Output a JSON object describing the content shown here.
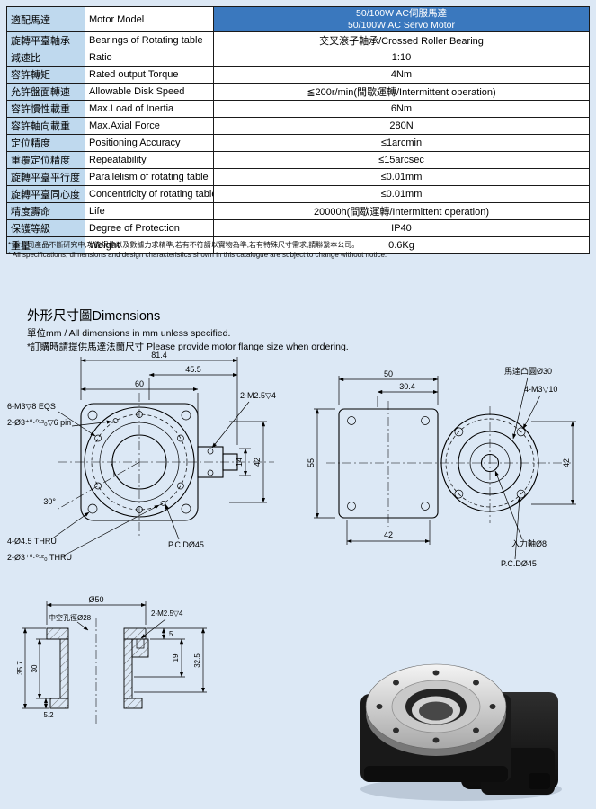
{
  "page": {
    "background": "#dce8f5",
    "accent_blue": "#3a78be",
    "label_blue": "#bfd9ee"
  },
  "spec_table": {
    "rows": [
      {
        "zh": "適配馬達",
        "en": "Motor Model",
        "value": "50/100W AC伺服馬達\n50/100W AC Servo Motor"
      },
      {
        "zh": "旋轉平臺軸承",
        "en": "Bearings of Rotating table",
        "value": "交叉滾子軸承/Crossed Roller Bearing"
      },
      {
        "zh": "減速比",
        "en": "Ratio",
        "value": "1:10"
      },
      {
        "zh": "容許轉矩",
        "en": "Rated output Torque",
        "value": "4Nm"
      },
      {
        "zh": "允許盤面轉速",
        "en": "Allowable Disk Speed",
        "value": "≦200r/min(間歇運轉/Intermittent operation)"
      },
      {
        "zh": "容許慣性載重",
        "en": "Max.Load of Inertia",
        "value": "6Nm"
      },
      {
        "zh": "容許軸向載重",
        "en": "Max.Axial Force",
        "value": "280N"
      },
      {
        "zh": "定位精度",
        "en": "Positioning Accuracy",
        "value": "≤1arcmin"
      },
      {
        "zh": "重覆定位精度",
        "en": "Repeatability",
        "value": "≤15arcsec"
      },
      {
        "zh": "旋轉平臺平行度",
        "en": "Parallelism of rotating table",
        "value": "≤0.01mm"
      },
      {
        "zh": "旋轉平臺同心度",
        "en": "Concentricity of rotating table",
        "value": "≤0.01mm"
      },
      {
        "zh": "精度壽命",
        "en": "Life",
        "value": "20000h(間歇運轉/Intermittent operation)"
      },
      {
        "zh": "保護等級",
        "en": "Degree of Protection",
        "value": "IP40"
      },
      {
        "zh": "重量",
        "en": "Weight",
        "value": "0.6Kg"
      }
    ]
  },
  "footnotes": {
    "zh": "* 本公司產品不斷研究中,功能規格以及數據力求精準,若有不符請以實物為準,若有特殊尺寸需求,請聯繫本公司。",
    "en": "* All specifications, dimensions and design characteristics shown in this catalogue are subject to change without notice."
  },
  "dimensions_section": {
    "title": "外形尺寸圖Dimensions",
    "subtitle": "單位mm / All dimensions in mm unless specified.",
    "order_note": "*訂購時請提供馬達法蘭尺寸 Please provide motor flange size when ordering."
  },
  "drawing_front": {
    "dim_overall_width": "81.4",
    "dim_45_5": "45.5",
    "dim_60": "60",
    "dim_42": "42",
    "dim_14": "14",
    "angle_30": "30°",
    "label_6m3": "6-M3▽8 EQS",
    "label_pin": "2-Ø3⁺⁰·⁰¹²₀▽6 pin",
    "label_2m25": "2-M2.5▽4",
    "label_445": "4-Ø4.5 THRU",
    "label_thru": "2-Ø3⁺⁰·⁰¹²₀ THRU",
    "label_pcd": "P.C.DØ45"
  },
  "drawing_side": {
    "dim_50": "50",
    "dim_30_4": "30.4",
    "dim_55": "55",
    "dim_42_bottom": "42",
    "dim_42_right": "42",
    "label_boss": "馬達凸圓Ø30",
    "label_4m3": "4-M3▽10",
    "label_shaft": "入力軸Ø8",
    "label_pcd": "P.C.DØ45"
  },
  "drawing_section": {
    "dim_diameter": "Ø50",
    "label_bore": "中空孔徑Ø28",
    "label_2m25": "2-M2.5▽4",
    "dim_5": "5",
    "dim_19": "19",
    "dim_32_5": "32.5",
    "dim_35_7": "35.7",
    "dim_30": "30",
    "dim_5_2": "5.2"
  }
}
